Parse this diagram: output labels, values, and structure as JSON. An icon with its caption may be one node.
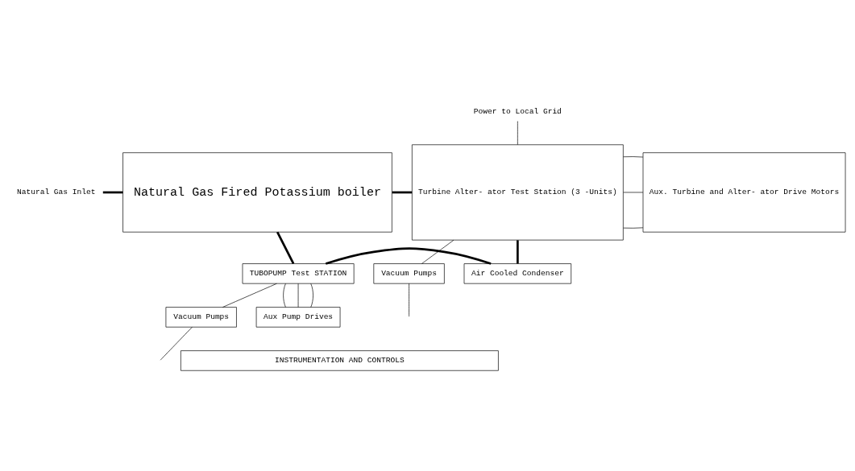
{
  "diagram": {
    "nodes": [
      {
        "text": [
          "Natural Gas Inlet"
        ]
      },
      {
        "text": [
          "Natural Gas Fired Potassium boiler"
        ]
      },
      {
        "text": [
          "Power to Local Grid"
        ]
      },
      {
        "text": [
          "Turbine Alter- ator Test Station (3 -Units)"
        ]
      },
      {
        "text": [
          "Aux. Turbine and Alter- ator Drive Motors"
        ]
      },
      {
        "text": [
          "TUBOPUMP Test STATION"
        ]
      },
      {
        "text": [
          "Air Cooled Condenser"
        ]
      },
      {
        "text": [
          "Vacuum Pumps"
        ]
      },
      {
        "text": [
          "Aux Pump Drives"
        ]
      },
      {
        "text": [
          "Vacuum Pumps"
        ]
      },
      {
        "text": [
          "INSTRUMENTATION AND CONTROLS"
        ]
      }
    ],
    "edges": [
      {
        "from": 0,
        "to": 1,
        "arrow": "none",
        "style": "thick"
      },
      {
        "from": 1,
        "to": 3,
        "arrow": "none",
        "style": "thick"
      },
      {
        "from": 3,
        "to": 2,
        "arrow": "none"
      },
      {
        "from": 3,
        "to": 4,
        "arrow": "none"
      },
      {
        "from": 3,
        "to": 4,
        "arrow": "none"
      },
      {
        "from": 3,
        "to": 4,
        "arrow": "none"
      },
      {
        "from": 1,
        "to": 5,
        "arrow": "none",
        "style": "thick"
      },
      {
        "from": 3,
        "to": 6,
        "arrow": "none",
        "style": "thick"
      },
      {
        "from": 3,
        "to": 9,
        "arrow": "none"
      },
      {
        "from": 9,
        "to": null,
        "arrow": "none"
      },
      {
        "from": 5,
        "to": 6,
        "arrow": "none",
        "style": "thick"
      },
      {
        "from": 7,
        "to": null,
        "arrow": "none"
      },
      {
        "from": 5,
        "to": 7,
        "arrow": "none"
      },
      {
        "from": 5,
        "to": 8,
        "arrow": "none"
      },
      {
        "from": 5,
        "to": 8,
        "arrow": "none"
      },
      {
        "from": 5,
        "to": 8,
        "arrow": "none"
      }
    ]
  }
}
